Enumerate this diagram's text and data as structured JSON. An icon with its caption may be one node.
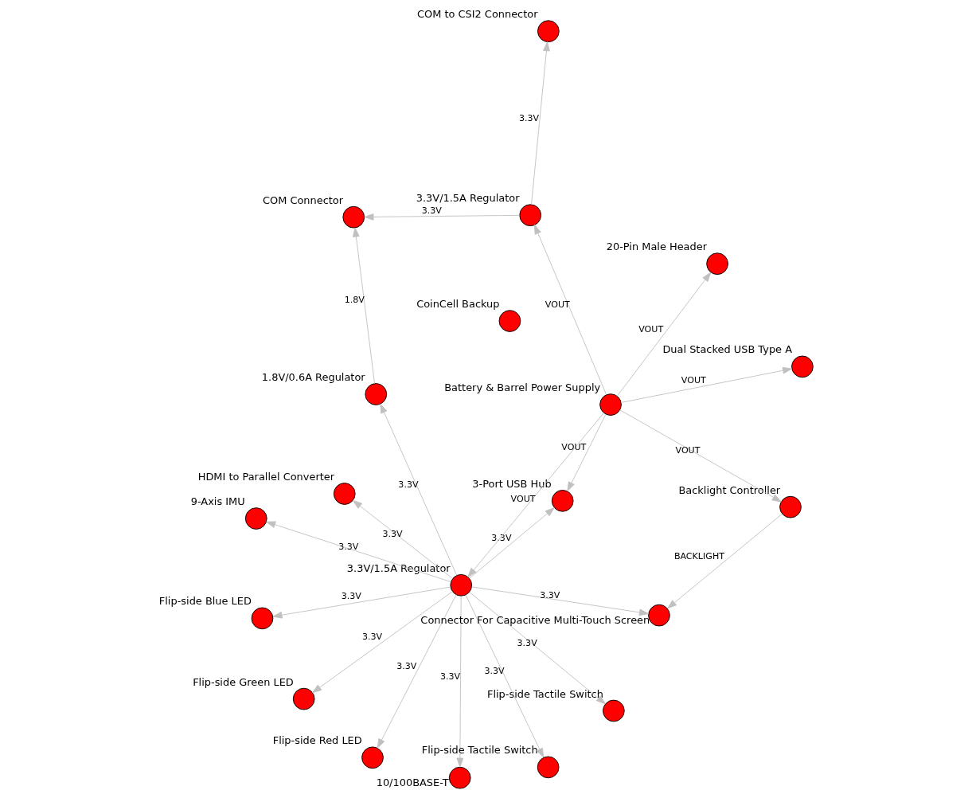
{
  "diagram": {
    "nodes": [
      {
        "text": [
          "3.3V/1.5A Regulator"
        ]
      },
      {
        "text": [
          "Flip-side Tactile Switch"
        ]
      },
      {
        "text": [
          "10/100BASE-T"
        ]
      },
      {
        "text": [
          "9-Axis IMU"
        ]
      },
      {
        "text": [
          "HDMI to Parallel Converter"
        ]
      },
      {
        "text": [
          "Flip-side Blue LED"
        ]
      },
      {
        "text": [
          "Flip-side Green LED"
        ]
      },
      {
        "text": [
          "Flip-side Tactile Switch"
        ]
      },
      {
        "text": [
          "Flip-side Red LED"
        ]
      },
      {
        "text": [
          "Connector For Capacitive Multi-Touch Screen"
        ]
      },
      {
        "text": [
          "CoinCell Backup"
        ]
      },
      {
        "text": [
          "3-Port USB Hub"
        ]
      },
      {
        "text": [
          "1.8V/0.6A Regulator"
        ]
      },
      {
        "text": [
          "Backlight Controller"
        ]
      },
      {
        "text": [
          "Battery & Barrel Power Supply"
        ]
      },
      {
        "text": [
          "COM Connector"
        ]
      },
      {
        "text": [
          "Dual Stacked USB Type A"
        ]
      },
      {
        "text": [
          "3.3V/1.5A Regulator"
        ]
      },
      {
        "text": [
          "20-Pin Male Header"
        ]
      },
      {
        "text": [
          "COM to CSI2 Connector"
        ]
      }
    ],
    "edges": [
      {
        "from": 0,
        "to": 1,
        "arrow": "to",
        "label": "3.3V"
      },
      {
        "from": 0,
        "to": 2,
        "arrow": "to",
        "label": "3.3V"
      },
      {
        "from": 0,
        "to": 3,
        "arrow": "to",
        "label": "3.3V"
      },
      {
        "from": 0,
        "to": 4,
        "arrow": "to",
        "label": "3.3V"
      },
      {
        "from": 0,
        "to": 5,
        "arrow": "to",
        "label": "3.3V"
      },
      {
        "from": 0,
        "to": 6,
        "arrow": "to",
        "label": "3.3V"
      },
      {
        "from": 0,
        "to": 7,
        "arrow": "to",
        "label": "3.3V"
      },
      {
        "from": 0,
        "to": 8,
        "arrow": "to",
        "label": "3.3V"
      },
      {
        "from": 0,
        "to": 9,
        "arrow": "to",
        "label": "3.3V"
      },
      {
        "from": 0,
        "to": 11,
        "arrow": "to",
        "label": "3.3V"
      },
      {
        "from": 0,
        "to": 12,
        "arrow": "to",
        "label": "3.3V"
      },
      {
        "from": 14,
        "to": 0,
        "arrow": "to",
        "label": "VOUT"
      },
      {
        "from": 14,
        "to": 11,
        "arrow": "to",
        "label": "VOUT"
      },
      {
        "from": 14,
        "to": 13,
        "arrow": "to",
        "label": "VOUT"
      },
      {
        "from": 13,
        "to": 9,
        "arrow": "to",
        "label": "BACKLIGHT"
      },
      {
        "from": 14,
        "to": 16,
        "arrow": "to",
        "label": "VOUT"
      },
      {
        "from": 14,
        "to": 18,
        "arrow": "to",
        "label": "VOUT"
      },
      {
        "from": 14,
        "to": 17,
        "arrow": "to",
        "label": "VOUT"
      },
      {
        "from": 12,
        "to": 15,
        "arrow": "to",
        "label": "1.8V"
      },
      {
        "from": 17,
        "to": 15,
        "arrow": "to",
        "label": "3.3V"
      },
      {
        "from": 17,
        "to": 19,
        "arrow": "to",
        "label": "3.3V"
      }
    ]
  }
}
